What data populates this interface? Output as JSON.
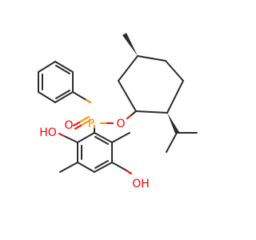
{
  "colors": {
    "bond": "#2b2b2b",
    "phosphorus": "#ff8c00",
    "oxygen": "#ff0000",
    "background": "#ffffff"
  },
  "atoms": {
    "phosphorus": "P",
    "oxygen_double_bond": "O",
    "oxygen_ester": "O",
    "hydroxyl_top": "HO",
    "hydroxyl_bottom": "OH"
  }
}
